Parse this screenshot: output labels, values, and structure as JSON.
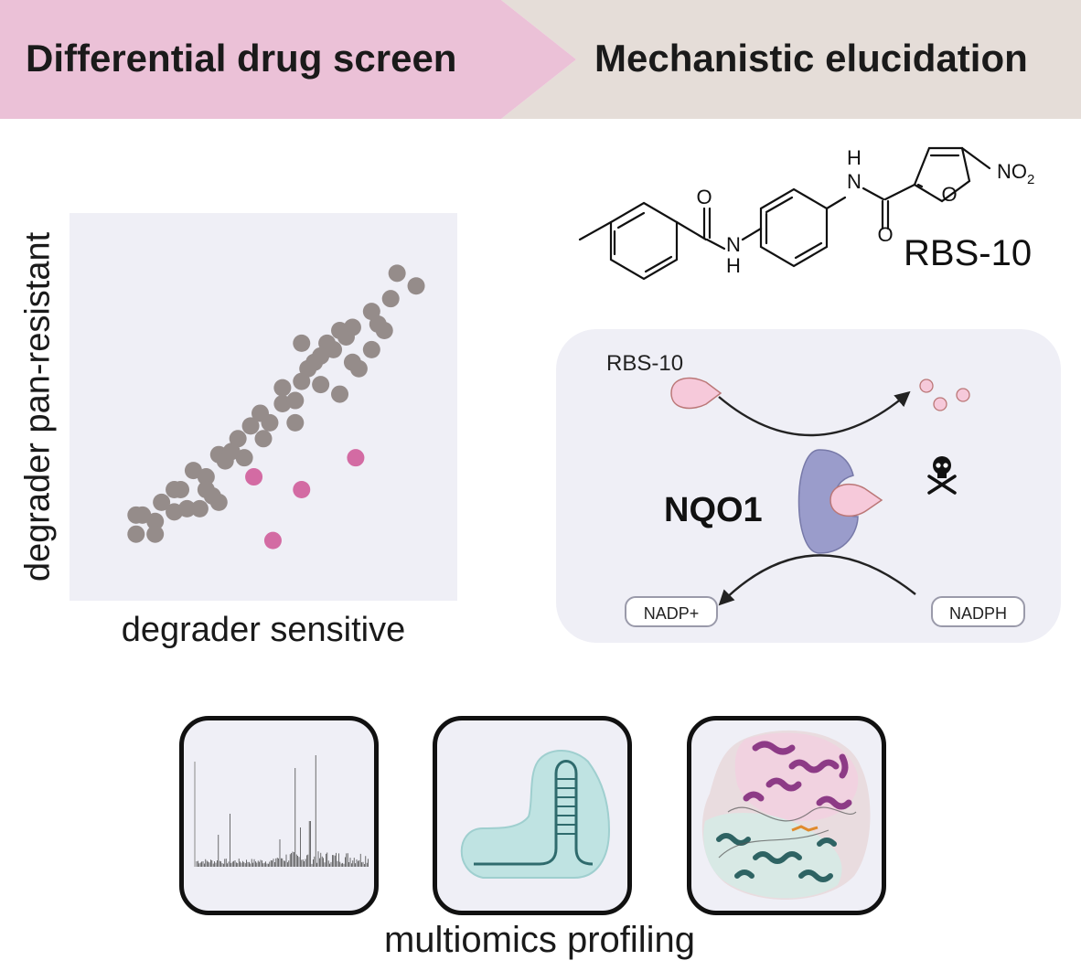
{
  "banner": {
    "left_title": "Differential drug screen",
    "right_title": "Mechanistic elucidation",
    "left_color": "#ebc1d7",
    "right_color": "#e5ddd8"
  },
  "chart_data": {
    "type": "scatter",
    "xlabel": "degrader sensitive",
    "ylabel": "degrader pan-resistant",
    "grid": false,
    "series": [
      {
        "color": "#958c8a",
        "points": [
          [
            10,
            10
          ],
          [
            16,
            14
          ],
          [
            22,
            17
          ],
          [
            24,
            24
          ],
          [
            32,
            28
          ],
          [
            36,
            35
          ],
          [
            42,
            40
          ],
          [
            49,
            48
          ],
          [
            56,
            51
          ],
          [
            62,
            58
          ],
          [
            66,
            64
          ],
          [
            70,
            70
          ],
          [
            76,
            72
          ],
          [
            84,
            80
          ],
          [
            90,
            84
          ],
          [
            80,
            62
          ],
          [
            74,
            54
          ],
          [
            60,
            45
          ],
          [
            50,
            40
          ],
          [
            44,
            34
          ],
          [
            34,
            22
          ],
          [
            26,
            18
          ],
          [
            18,
            20
          ],
          [
            12,
            16
          ],
          [
            28,
            30
          ],
          [
            38,
            33
          ],
          [
            46,
            44
          ],
          [
            56,
            56
          ],
          [
            64,
            62
          ],
          [
            72,
            68
          ],
          [
            78,
            75
          ],
          [
            86,
            76
          ],
          [
            92,
            92
          ],
          [
            98,
            88
          ],
          [
            40,
            36
          ],
          [
            52,
            45
          ],
          [
            60,
            52
          ],
          [
            68,
            57
          ],
          [
            78,
            64
          ],
          [
            84,
            68
          ],
          [
            32,
            24
          ],
          [
            22,
            24
          ],
          [
            16,
            10
          ],
          [
            10,
            16
          ],
          [
            30,
            18
          ],
          [
            36,
            20
          ],
          [
            62,
            70
          ],
          [
            68,
            66
          ],
          [
            74,
            74
          ],
          [
            88,
            74
          ]
        ]
      },
      {
        "color": "#d36ba3",
        "points": [
          [
            47,
            28
          ],
          [
            62,
            24
          ],
          [
            79,
            34
          ],
          [
            53,
            8
          ]
        ]
      }
    ]
  },
  "chemistry": {
    "compound_name": "RBS-10",
    "atom_O1": "O",
    "atom_O2": "O",
    "atom_O3": "O",
    "atom_N1": "N",
    "atom_H1": "H",
    "atom_N2": "N",
    "atom_H2": "H",
    "nitro": "NO",
    "nitro_sub": "2"
  },
  "mechanism": {
    "substrate_label": "RBS-10",
    "enzyme_label": "NQO1",
    "cofactor_product": "NADP+",
    "cofactor_substrate": "NADPH",
    "toxicity_icon": "skull-crossbones-icon",
    "enzyme_color": "#9a9ccb",
    "substrate_color": "#f6c9da"
  },
  "omics": {
    "label": "multiomics profiling",
    "panels": [
      "mass-spectrum-icon",
      "rna-hairpin-icon",
      "protein-structure-icon"
    ]
  }
}
